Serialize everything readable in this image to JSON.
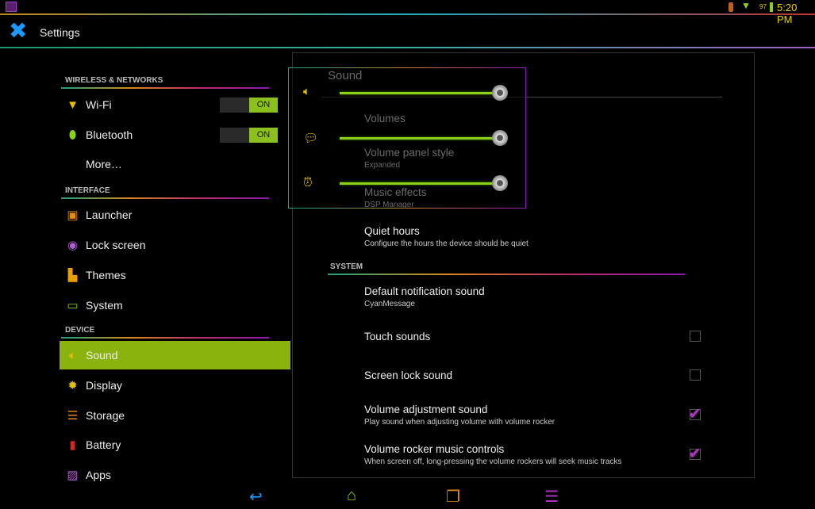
{
  "status": {
    "battery": "97",
    "time": "5:20 PM",
    "icons": [
      "gallery-icon",
      "bluetooth-icon",
      "wifi-icon",
      "battery-icon"
    ]
  },
  "app": {
    "title": "Settings"
  },
  "sidebar": {
    "sections": [
      {
        "header": "WIRELESS & NETWORKS",
        "items": [
          {
            "label": "Wi-Fi",
            "icon": "wifi-icon",
            "toggle": "ON"
          },
          {
            "label": "Bluetooth",
            "icon": "bluetooth-icon",
            "toggle": "ON"
          },
          {
            "label": "More…"
          }
        ]
      },
      {
        "header": "INTERFACE",
        "items": [
          {
            "label": "Launcher"
          },
          {
            "label": "Lock screen"
          },
          {
            "label": "Themes"
          },
          {
            "label": "System"
          }
        ]
      },
      {
        "header": "DEVICE",
        "items": [
          {
            "label": "Sound",
            "selected": true
          },
          {
            "label": "Display"
          },
          {
            "label": "Storage"
          },
          {
            "label": "Battery"
          },
          {
            "label": "Apps"
          }
        ]
      }
    ]
  },
  "panel": {
    "title": "Sound",
    "volumes": "Volumes",
    "panel_style": {
      "title": "Volume panel style",
      "value": "Expanded"
    },
    "music_effects": {
      "title": "Music effects",
      "value": "DSP Manager"
    },
    "quiet_hours": {
      "title": "Quiet hours",
      "summary": "Configure the hours the device should be quiet"
    },
    "system_header": "SYSTEM",
    "default_notification": {
      "title": "Default notification sound",
      "value": "CyanMessage"
    },
    "touch_sounds": {
      "title": "Touch sounds",
      "checked": false
    },
    "screen_lock_sound": {
      "title": "Screen lock sound",
      "checked": false
    },
    "volume_adjust": {
      "title": "Volume adjustment sound",
      "summary": "Play sound when adjusting volume with volume rocker",
      "checked": true
    },
    "rocker_music": {
      "title": "Volume rocker music controls",
      "summary": "When screen off, long-pressing the volume rockers will seek music tracks",
      "checked": true
    }
  },
  "volume_overlay": {
    "media": 1.0,
    "notification": 1.0,
    "alarm": 1.0
  },
  "colors": {
    "accent": "#8bb30d",
    "check": "#b030c0",
    "icon": "#e5c000"
  }
}
